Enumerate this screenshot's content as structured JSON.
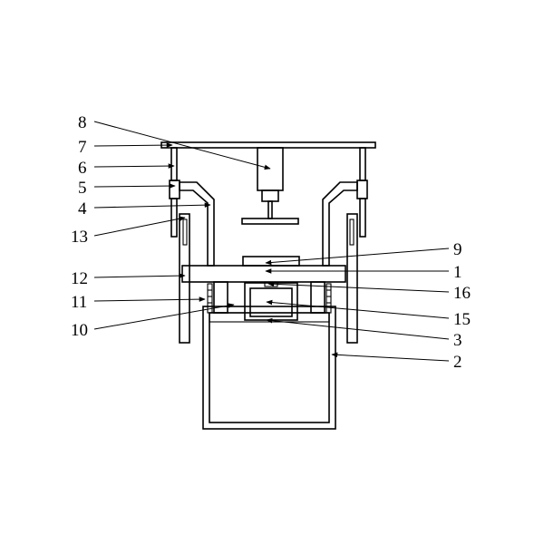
{
  "diagram": {
    "labels": [
      {
        "id": "label-8",
        "text": "8"
      },
      {
        "id": "label-7",
        "text": "7"
      },
      {
        "id": "label-6",
        "text": "6"
      },
      {
        "id": "label-5",
        "text": "5"
      },
      {
        "id": "label-4",
        "text": "4"
      },
      {
        "id": "label-13",
        "text": "13"
      },
      {
        "id": "label-12",
        "text": "12"
      },
      {
        "id": "label-11",
        "text": "11"
      },
      {
        "id": "label-10",
        "text": "10"
      },
      {
        "id": "label-9",
        "text": "9"
      },
      {
        "id": "label-1",
        "text": "1"
      },
      {
        "id": "label-16",
        "text": "16"
      },
      {
        "id": "label-15",
        "text": "15"
      },
      {
        "id": "label-3",
        "text": "3"
      },
      {
        "id": "label-2",
        "text": "2"
      }
    ]
  }
}
